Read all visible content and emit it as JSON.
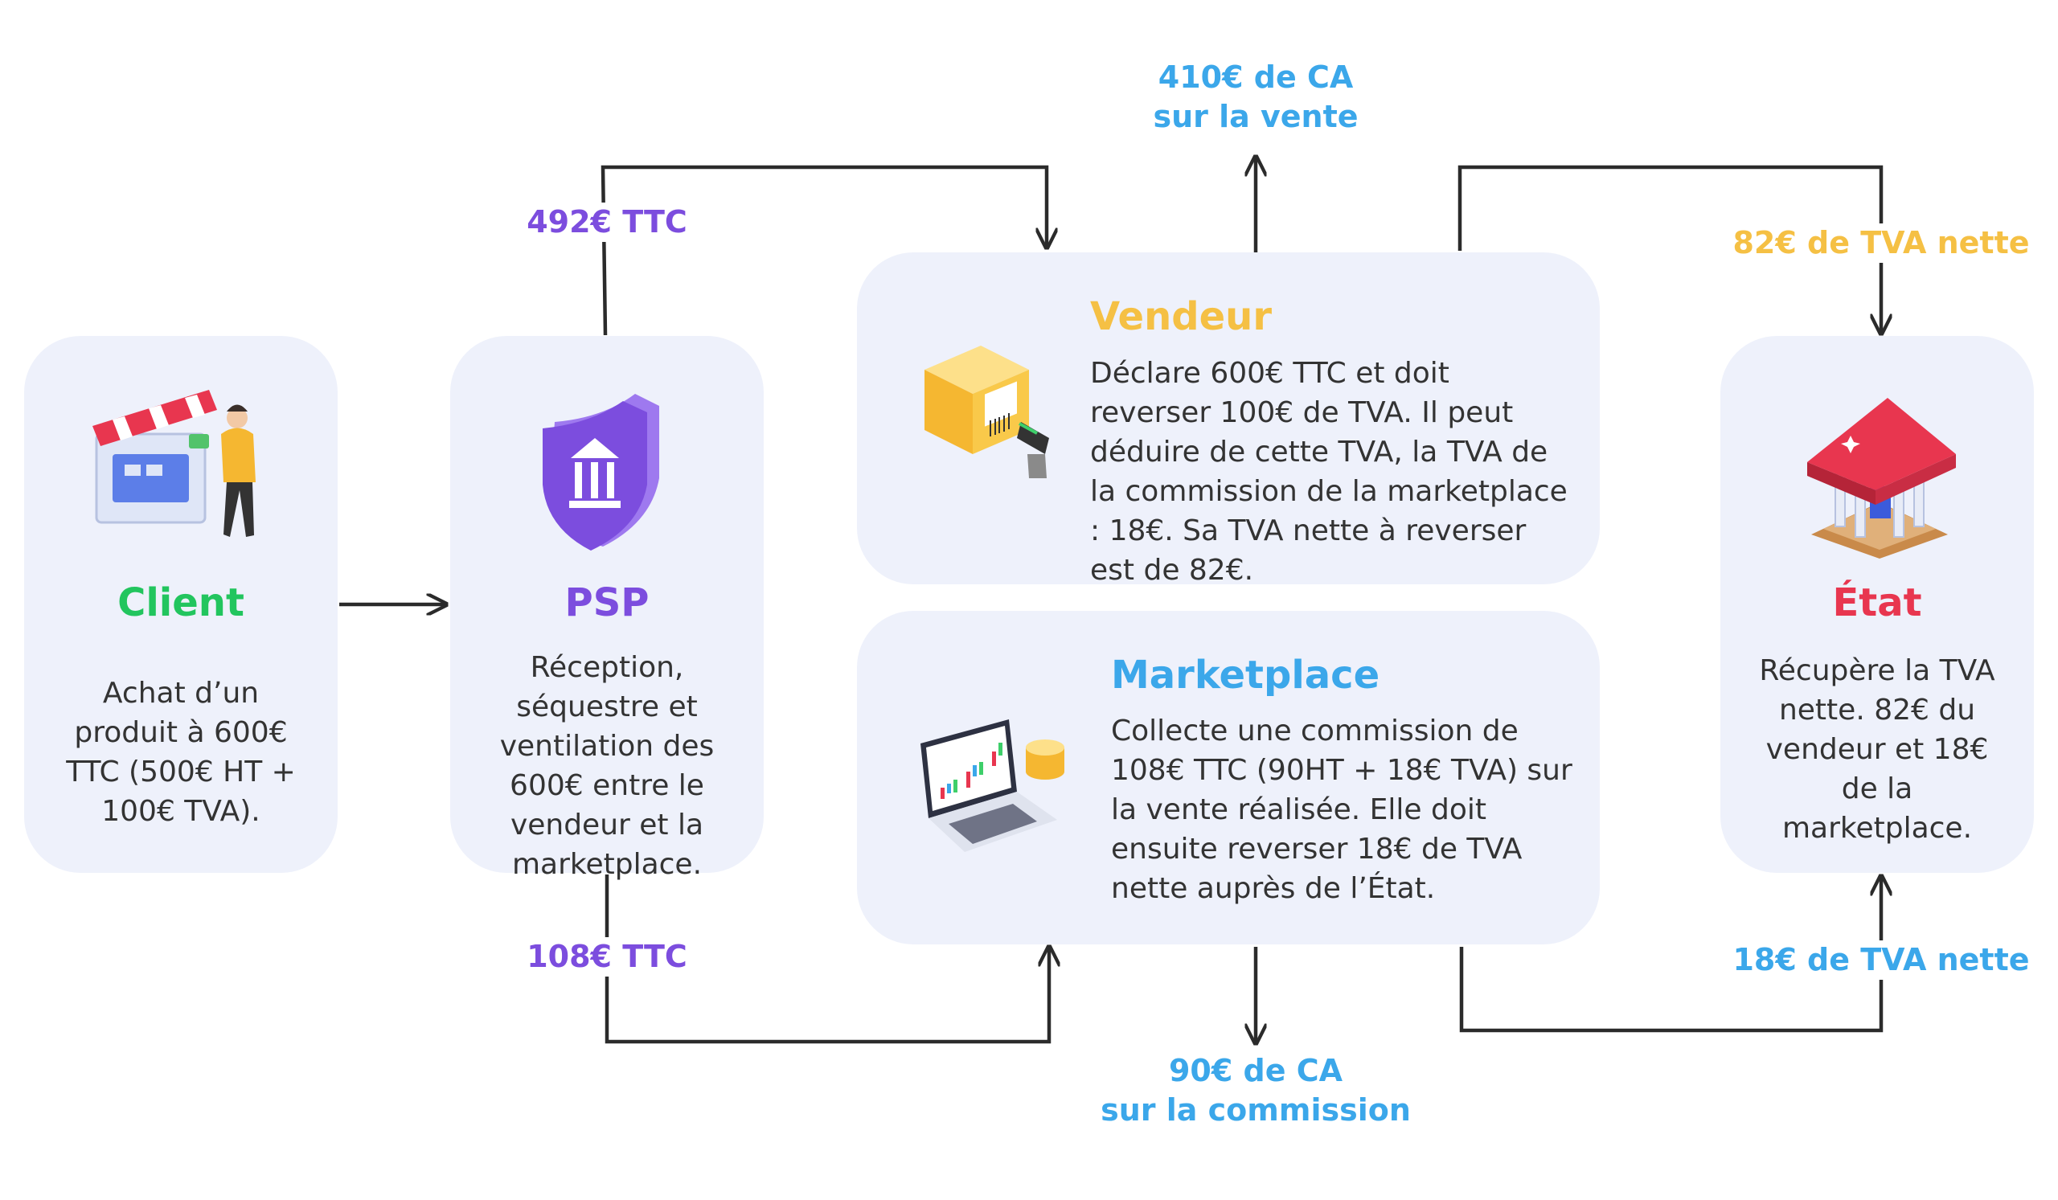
{
  "nodes": {
    "client": {
      "title": "Client",
      "description": "Achat d’un produit à 600€ TTC (500€ HT + 100€ TVA).",
      "color": "#22c55e",
      "icon": "shop-customer-icon"
    },
    "psp": {
      "title": "PSP",
      "description": "Réception, séquestre et ventilation des 600€ entre le vendeur et la marketplace.",
      "color": "#7c4dde",
      "icon": "bank-shield-icon"
    },
    "vendeur": {
      "title": "Vendeur",
      "description": "Déclare 600€ TTC et doit reverser 100€ de TVA. Il peut déduire de cette TVA, la TVA de la commission de la marketplace : 18€. Sa TVA nette à reverser est de 82€.",
      "color": "#f5c044",
      "icon": "package-barcode-scanner-icon"
    },
    "marketplace": {
      "title": "Marketplace",
      "description": "Collecte une commission de 108€ TTC (90HT + 18€ TVA) sur la vente réalisée. Elle doit ensuite reverser 18€ de TVA nette auprès de l’État.",
      "color": "#3ba7ea",
      "icon": "laptop-chart-coins-icon"
    },
    "etat": {
      "title": "État",
      "description": "Récupère la TVA nette. 82€ du vendeur et 18€ de la marketplace.",
      "color": "#e8364f",
      "icon": "government-building-icon"
    }
  },
  "flows": {
    "psp_to_vendeur": {
      "label": "492€ TTC",
      "color": "#7c4dde"
    },
    "psp_to_marketplace": {
      "label": "108€ TTC",
      "color": "#7c4dde"
    },
    "vendeur_revenue": {
      "line1": "410€ de CA",
      "line2": "sur la vente",
      "color": "#3ba7ea"
    },
    "marketplace_revenue": {
      "line1": "90€ de CA",
      "line2": "sur la commission",
      "color": "#3ba7ea"
    },
    "vendeur_to_etat": {
      "label": "82€ de TVA nette",
      "color": "#f5c044"
    },
    "marketplace_to_etat": {
      "label": "18€ de TVA nette",
      "color": "#3ba7ea"
    }
  }
}
